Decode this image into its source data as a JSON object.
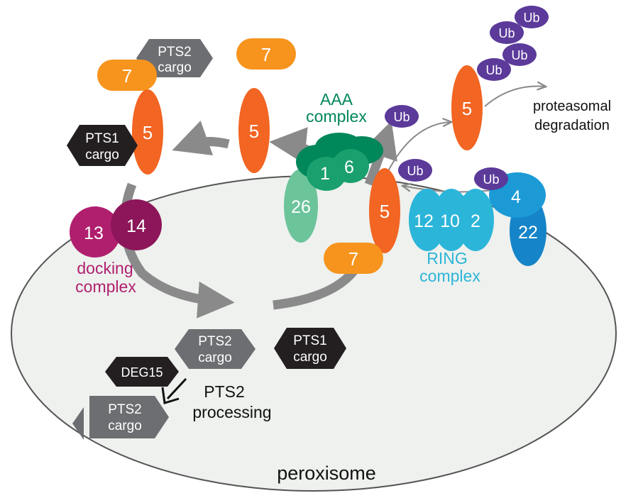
{
  "colors": {
    "pex5": "#f26522",
    "pex7": "#f7941d",
    "pts2": "#6d6e71",
    "pts1": "#231f20",
    "aaa_dark": "#00875a",
    "aaa_mid": "#1aa06e",
    "pex26": "#6cc49a",
    "ring": "#2bb5d9",
    "pex4": "#1b9ad6",
    "pex22": "#1584c8",
    "ub": "#5b3a9a",
    "docking": "#b01f6e",
    "docking_dark": "#8c1659",
    "arrow": "#8a8a8a",
    "peroxisome_fill": "#eef1ee",
    "peroxisome_stroke": "#555555"
  },
  "labels": {
    "pex7": "7",
    "pex5": "5",
    "pts2_cargo": [
      "PTS2",
      "cargo"
    ],
    "pts1_cargo": [
      "PTS1",
      "cargo"
    ],
    "aaa_complex": [
      "AAA",
      "complex"
    ],
    "pex1": "1",
    "pex6": "6",
    "pex26": "26",
    "ring_complex": [
      "RING",
      "complex"
    ],
    "pex12": "12",
    "pex10": "10",
    "pex2": "2",
    "pex4": "4",
    "pex22": "22",
    "ub": "Ub",
    "proteasomal": [
      "proteasomal",
      "degradation"
    ],
    "docking_complex": [
      "docking",
      "complex"
    ],
    "pex13": "13",
    "pex14": "14",
    "deg15": "DEG15",
    "pts2_processing": [
      "PTS2",
      "processing"
    ],
    "peroxisome": "peroxisome"
  }
}
